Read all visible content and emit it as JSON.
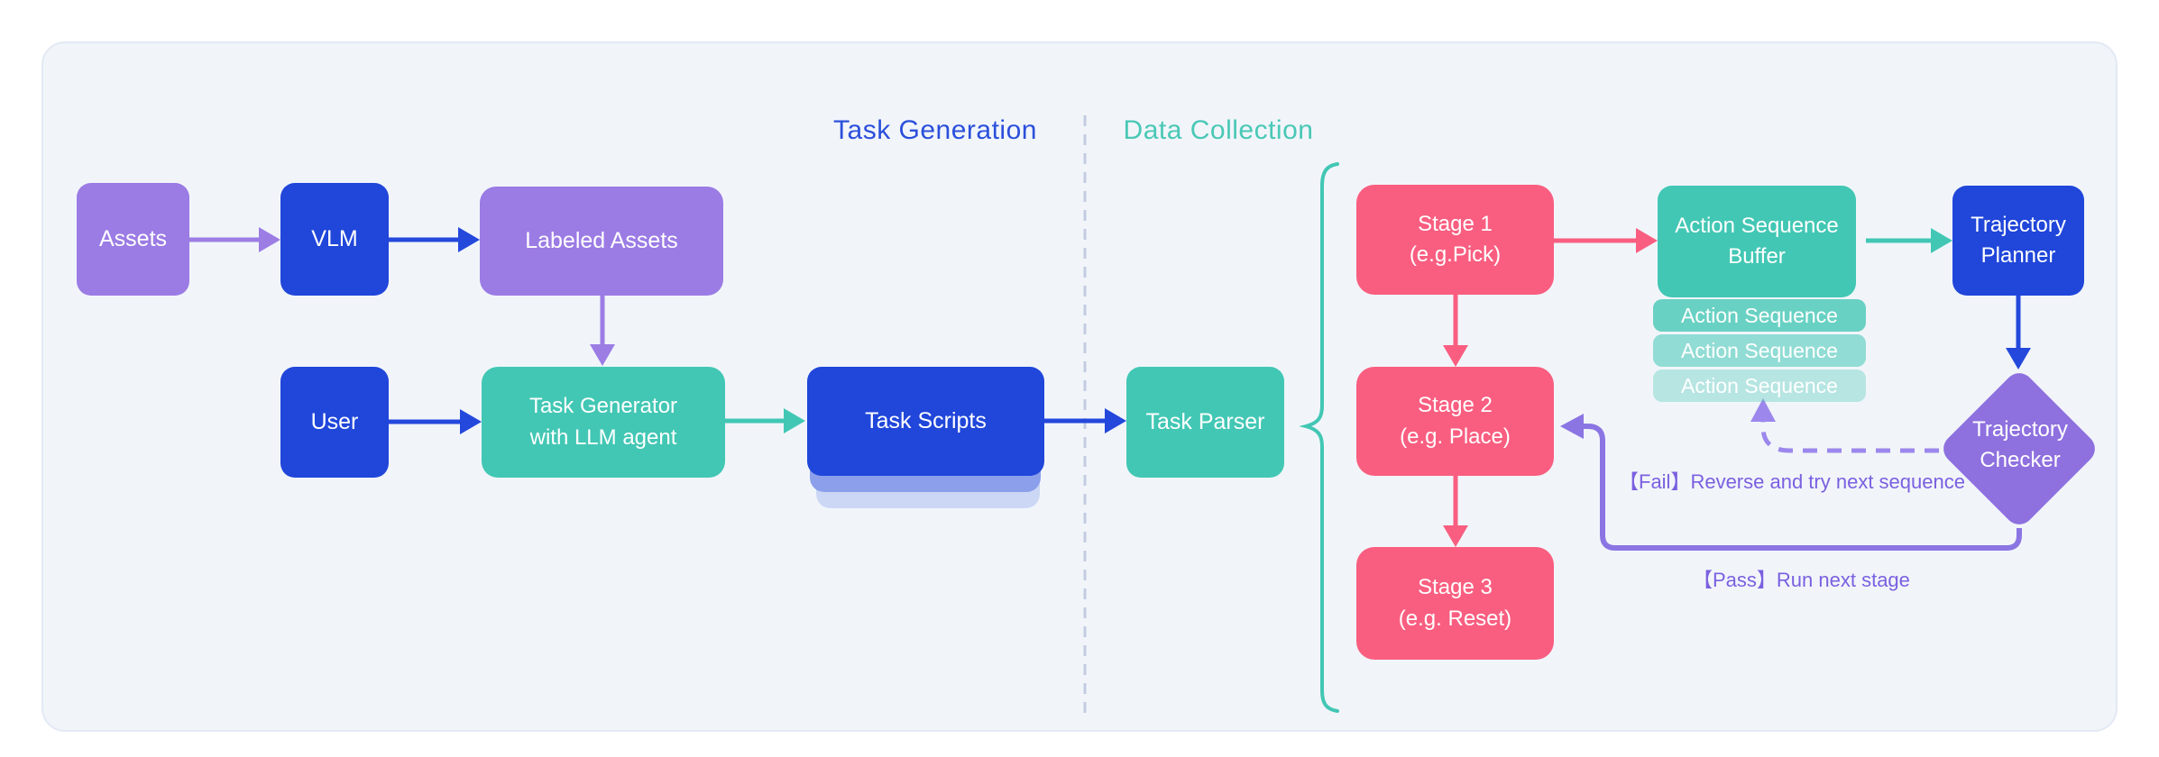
{
  "titles": {
    "task_generation": "Task Generation",
    "data_collection": "Data Collection"
  },
  "nodes": {
    "assets": {
      "label": "Assets"
    },
    "vlm": {
      "label": "VLM"
    },
    "labeled_assets": {
      "label": "Labeled Assets"
    },
    "user": {
      "label": "User"
    },
    "task_generator": {
      "label": "Task Generator\nwith LLM agent"
    },
    "task_scripts": {
      "label": "Task Scripts"
    },
    "task_parser": {
      "label": "Task Parser"
    },
    "stage1": {
      "label": "Stage 1\n(e.g.Pick)"
    },
    "stage2": {
      "label": "Stage 2\n(e.g. Place)"
    },
    "stage3": {
      "label": "Stage 3\n(e.g. Reset)"
    },
    "action_sequence_buffer": {
      "label": "Action Sequence\nBuffer"
    },
    "trajectory_planner": {
      "label": "Trajectory\nPlanner"
    },
    "trajectory_checker": {
      "label": "Trajectory\nChecker"
    }
  },
  "buffer": {
    "rows": [
      "Action Sequence",
      "Action Sequence",
      "Action Sequence"
    ]
  },
  "edge_labels": {
    "fail": "【Fail】Reverse and try next sequence",
    "pass": "【Pass】Run next stage"
  },
  "colors": {
    "purple_box": "#9b7be4",
    "blue_box": "#2046da",
    "teal_box": "#42c7b4",
    "pink_box": "#f95e80",
    "diamond_purple": "#8e70df",
    "title_blue": "#2b4fdb",
    "title_teal": "#49c8b6",
    "edge_label_purple": "#7a60e0",
    "card_background": "#f1f5fa"
  }
}
